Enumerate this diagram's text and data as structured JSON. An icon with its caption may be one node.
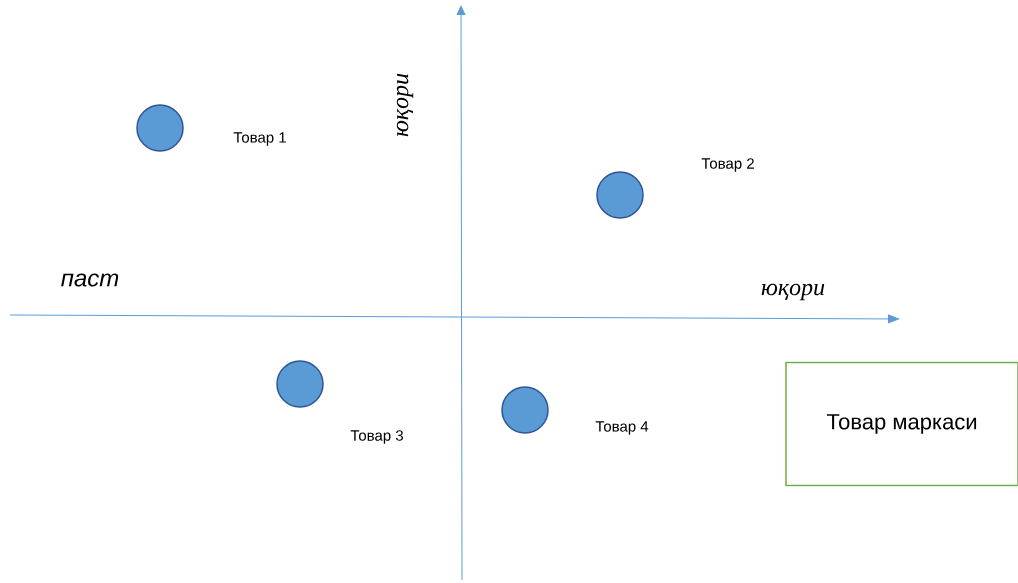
{
  "diagram": {
    "nodes": [
      {
        "text": [],
        "shape": "circle",
        "beside": [
          "Товар 1"
        ]
      },
      {
        "text": [],
        "shape": "circle",
        "beside": [
          "Товар 2"
        ]
      },
      {
        "text": [],
        "shape": "circle",
        "beside": [
          "Товар 3"
        ]
      },
      {
        "text": [],
        "shape": "circle",
        "beside": [
          "Товар 4"
        ]
      },
      {
        "text": [
          "Товар маркаси"
        ]
      }
    ],
    "labels": [
      "юқори",
      "паст",
      "юқори"
    ]
  }
}
